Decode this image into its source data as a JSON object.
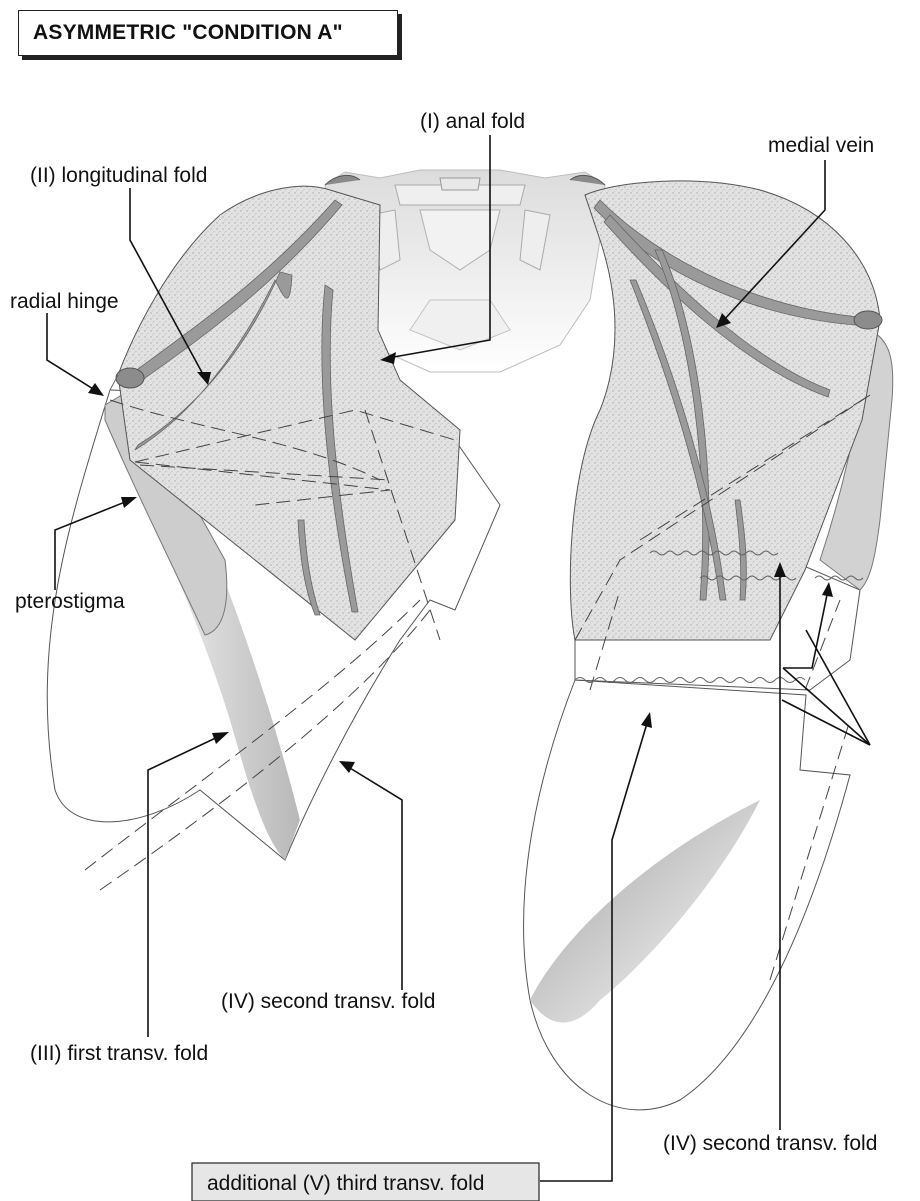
{
  "title": "ASYMMETRIC \"CONDITION A\"",
  "labels": {
    "anal_fold": "(I) anal fold",
    "longitudinal_fold": "(II) longitudinal fold",
    "medial_vein": "medial vein",
    "radial_hinge": "radial hinge",
    "pterostigma": "pterostigma",
    "second_transv_fold_left": "(IV) second transv. fold",
    "first_transv_fold": "(III) first transv. fold",
    "second_transv_fold_right": "(IV) second transv. fold",
    "third_transv_fold": "additional (V) third transv. fold"
  }
}
